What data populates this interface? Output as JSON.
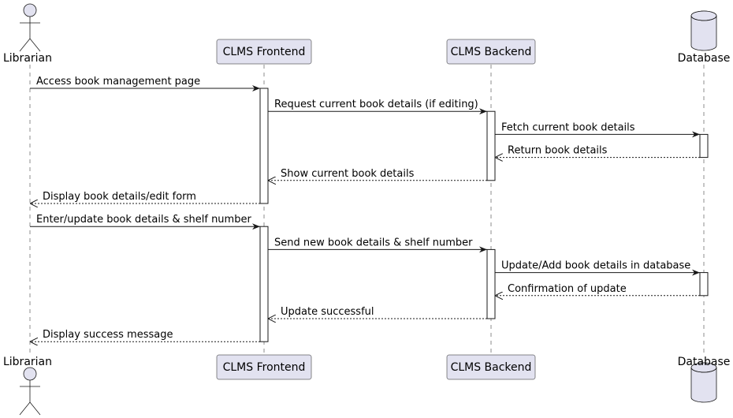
{
  "participants": [
    {
      "id": "librarian",
      "label": "Librarian",
      "kind": "actor"
    },
    {
      "id": "frontend",
      "label": "CLMS Frontend",
      "kind": "participant"
    },
    {
      "id": "backend",
      "label": "CLMS Backend",
      "kind": "participant"
    },
    {
      "id": "database",
      "label": "Database",
      "kind": "database"
    }
  ],
  "messages": [
    {
      "from": "librarian",
      "to": "frontend",
      "label": "Access book management page",
      "type": "sync"
    },
    {
      "from": "frontend",
      "to": "backend",
      "label": "Request current book details (if editing)",
      "type": "sync"
    },
    {
      "from": "backend",
      "to": "database",
      "label": "Fetch current book details",
      "type": "sync"
    },
    {
      "from": "database",
      "to": "backend",
      "label": "Return book details",
      "type": "reply"
    },
    {
      "from": "backend",
      "to": "frontend",
      "label": "Show current book details",
      "type": "reply"
    },
    {
      "from": "frontend",
      "to": "librarian",
      "label": "Display book details/edit form",
      "type": "reply"
    },
    {
      "from": "librarian",
      "to": "frontend",
      "label": "Enter/update book details & shelf number",
      "type": "sync"
    },
    {
      "from": "frontend",
      "to": "backend",
      "label": "Send new book details & shelf number",
      "type": "sync"
    },
    {
      "from": "backend",
      "to": "database",
      "label": "Update/Add book details in database",
      "type": "sync"
    },
    {
      "from": "database",
      "to": "backend",
      "label": "Confirmation of update",
      "type": "reply"
    },
    {
      "from": "backend",
      "to": "frontend",
      "label": "Update successful",
      "type": "reply"
    },
    {
      "from": "frontend",
      "to": "librarian",
      "label": "Display success message",
      "type": "reply"
    }
  ],
  "activations": [
    {
      "participant": "frontend",
      "from_msg": 0,
      "to_msg": 5
    },
    {
      "participant": "backend",
      "from_msg": 1,
      "to_msg": 4
    },
    {
      "participant": "database",
      "from_msg": 2,
      "to_msg": 3
    },
    {
      "participant": "frontend",
      "from_msg": 6,
      "to_msg": 11
    },
    {
      "participant": "backend",
      "from_msg": 7,
      "to_msg": 10
    },
    {
      "participant": "database",
      "from_msg": 8,
      "to_msg": 9
    }
  ],
  "colors": {
    "participant_fill": "#E2E2F0",
    "stroke": "#181818",
    "text": "#000000"
  }
}
